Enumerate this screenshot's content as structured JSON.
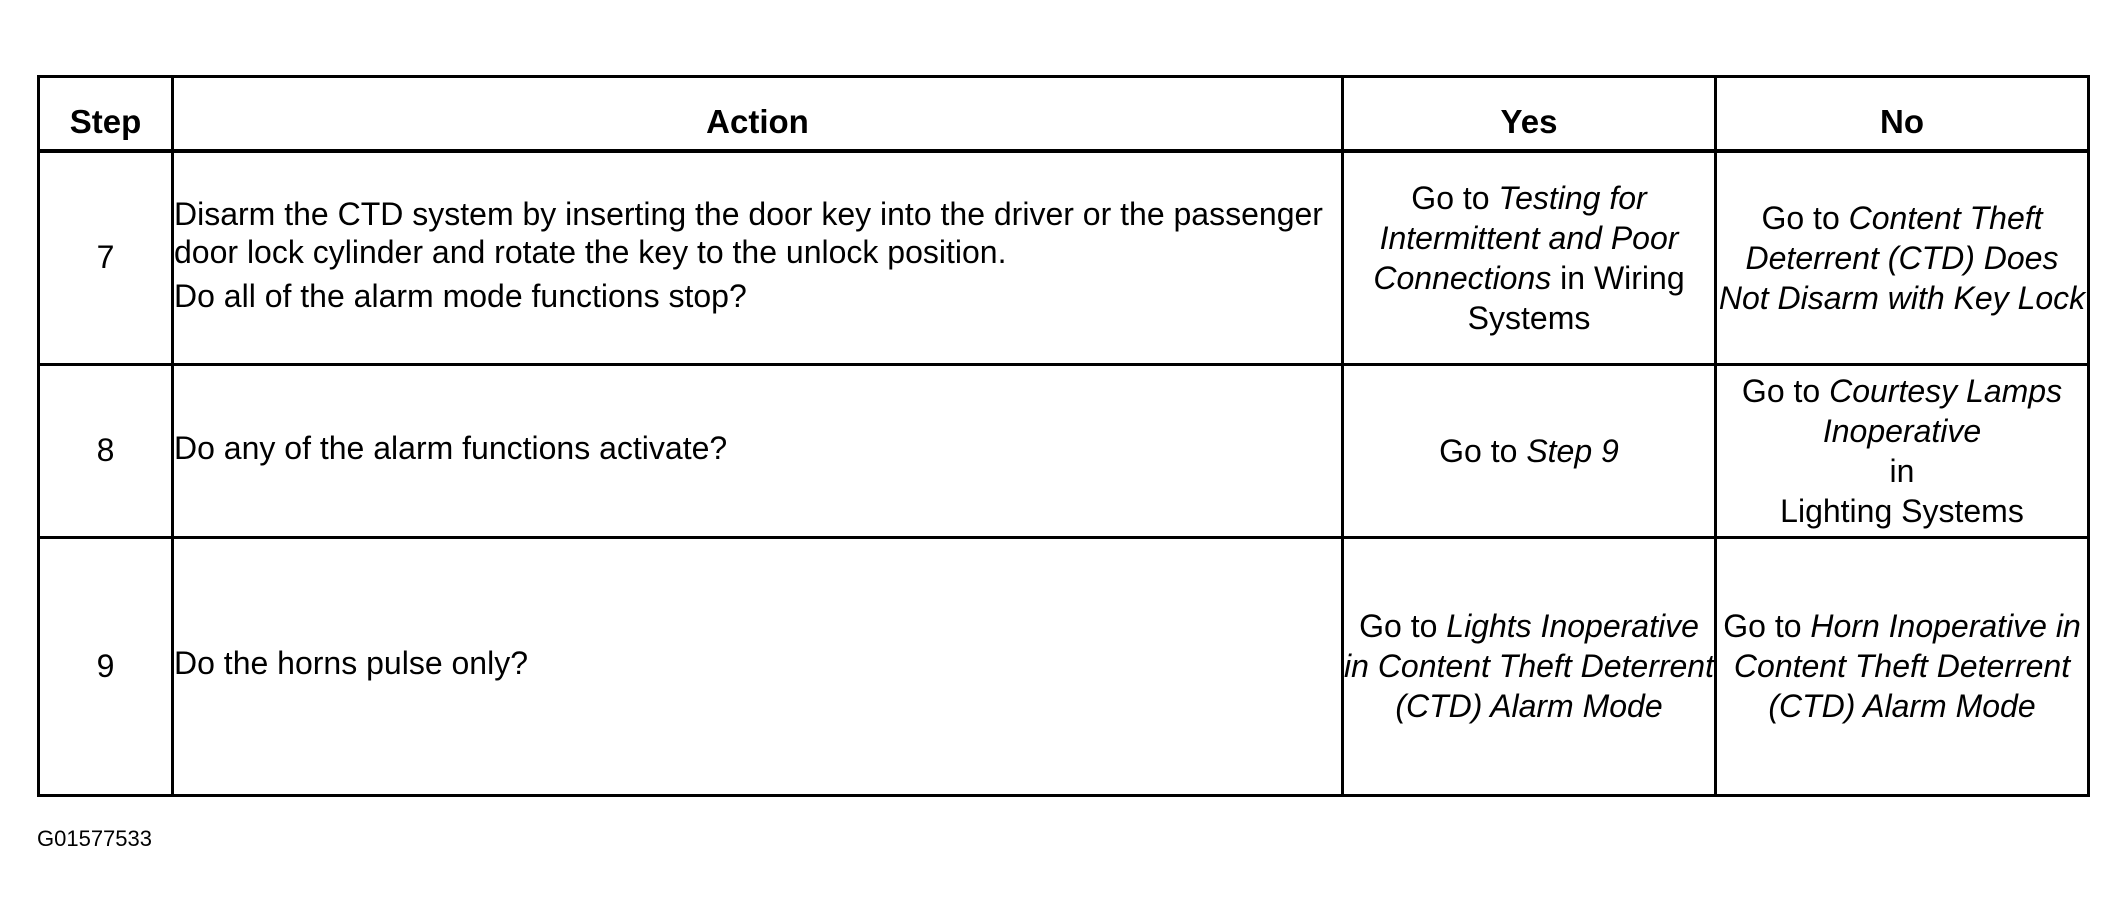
{
  "table": {
    "headers": {
      "step": "Step",
      "action": "Action",
      "yes": "Yes",
      "no": "No"
    },
    "rows": [
      {
        "step": "7",
        "action": [
          "Disarm the CTD system by inserting the door key into the driver or the passenger door lock cylinder and rotate the key to the unlock position.",
          "Do all of the alarm mode functions stop?"
        ],
        "yes": {
          "prefix": "Go to ",
          "italic": "Testing for Intermittent and Poor Connections",
          "suffix": " in Wiring Systems"
        },
        "no": {
          "prefix": "Go to ",
          "italic": "Content Theft Deterrent (CTD) Does Not Disarm with Key Lock",
          "suffix": ""
        }
      },
      {
        "step": "8",
        "action": [
          "Do any of the alarm functions activate?"
        ],
        "yes": {
          "prefix": "Go to ",
          "italic": "Step 9",
          "suffix": ""
        },
        "no": {
          "prefix": "Go to ",
          "italic": "Courtesy Lamps Inoperative",
          "middle": "in",
          "suffix": "Lighting Systems"
        }
      },
      {
        "step": "9",
        "action": [
          "Do the horns pulse only?"
        ],
        "yes": {
          "prefix": "Go to ",
          "italic": "Lights Inoperative in Content Theft Deterrent (CTD) Alarm Mode",
          "suffix": ""
        },
        "no": {
          "prefix": "Go to ",
          "italic": "Horn Inoperative in Content Theft Deterrent (CTD) Alarm Mode",
          "suffix": ""
        }
      }
    ]
  },
  "footer": {
    "figure_id": "G01577533"
  }
}
